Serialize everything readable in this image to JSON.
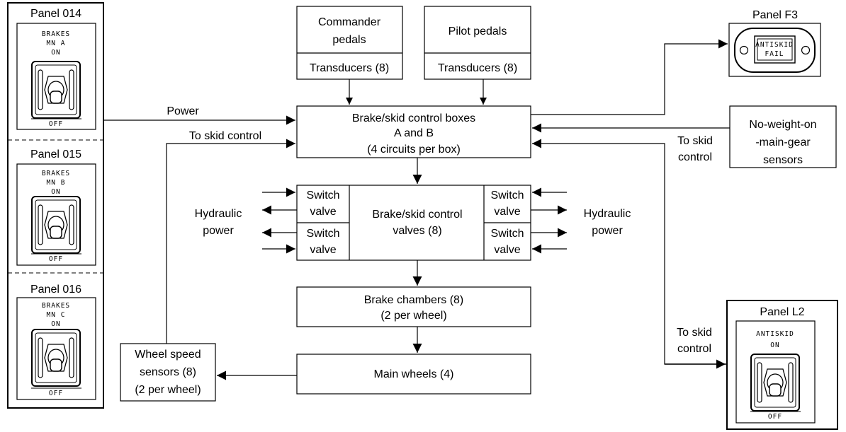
{
  "panels": {
    "p014": {
      "title": "Panel 014",
      "line1": "BRAKES",
      "line2": "MN A",
      "line3": "ON",
      "off": "OFF"
    },
    "p015": {
      "title": "Panel 015",
      "line1": "BRAKES",
      "line2": "MN B",
      "line3": "ON",
      "off": "OFF"
    },
    "p016": {
      "title": "Panel 016",
      "line1": "BRAKES",
      "line2": "MN C",
      "line3": "ON",
      "off": "OFF"
    },
    "f3": {
      "title": "Panel F3",
      "line1": "ANTISKID",
      "line2": "FAIL"
    },
    "l2": {
      "title": "Panel L2",
      "line1": "ANTISKID",
      "line2": "ON",
      "off": "OFF"
    }
  },
  "boxes": {
    "commander": {
      "line1": "Commander",
      "line2": "pedals",
      "sub": "Transducers (8)"
    },
    "pilot": {
      "line1": "Pilot pedals",
      "sub": "Transducers (8)"
    },
    "control_boxes": {
      "line1": "Brake/skid control boxes",
      "line2": "A and B",
      "line3": "(4 circuits per box)"
    },
    "nwog": {
      "line1": "No-weight-on",
      "line2": "-main-gear",
      "line3": "sensors"
    },
    "valves": {
      "center1": "Brake/skid control",
      "center2": "valves (8)",
      "switch_top": "Switch",
      "switch_bottom": "valve"
    },
    "chambers": {
      "line1": "Brake chambers (8)",
      "line2": "(2 per wheel)"
    },
    "wheels": {
      "line1": "Main wheels (4)"
    },
    "wss": {
      "line1": "Wheel speed",
      "line2": "sensors (8)",
      "line3": "(2 per wheel)"
    }
  },
  "labels": {
    "power": "Power",
    "to_skid_control": "To skid control",
    "to_skid": "To skid",
    "control": "control",
    "hydraulic": "Hydraulic",
    "power_word": "power"
  }
}
